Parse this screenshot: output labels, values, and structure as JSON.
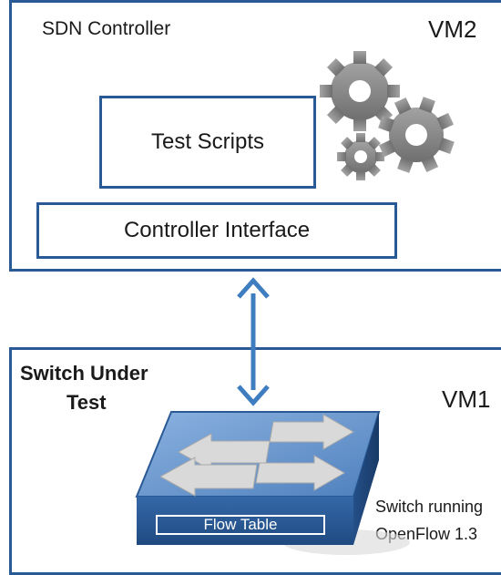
{
  "colors": {
    "border": "#2a5a96",
    "arrow": "#3f7dc1",
    "gear": "#8a8a8a",
    "switch_top": "#5f8fcb",
    "switch_front": "#2c5c9c"
  },
  "controller_vm": {
    "title": "SDN Controller",
    "vm_label": "VM2",
    "test_scripts_label": "Test Scripts",
    "controller_interface_label": "Controller Interface",
    "icon": "gears-icon"
  },
  "connection": {
    "icon": "bidirectional-arrow-icon"
  },
  "switch_vm": {
    "title_line1": "Switch Under",
    "title_line2": "Test",
    "vm_label": "VM1",
    "flow_table_label": "Flow Table",
    "caption_line1": "Switch running",
    "caption_line2": "OpenFlow 1.3",
    "icon": "network-switch-icon"
  }
}
